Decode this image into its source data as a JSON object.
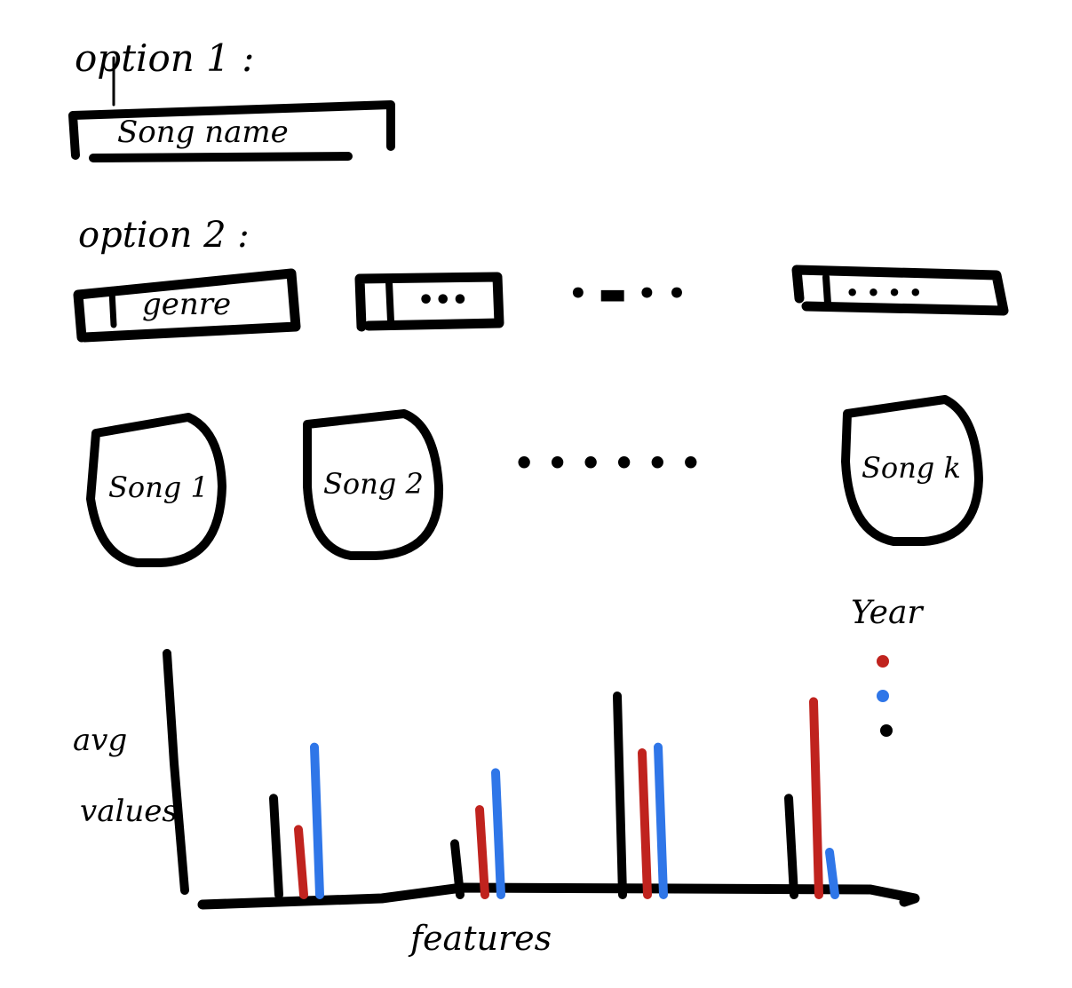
{
  "option1": {
    "heading": "option 1 :",
    "search_text": "Song name"
  },
  "option2": {
    "heading": "option 2 :",
    "filters": [
      "genre",
      "•••",
      "• • • •"
    ],
    "ellipsis": "• ▬ • •"
  },
  "songs": {
    "items": [
      "Song 1",
      "Song 2",
      "Song k"
    ],
    "ellipsis": "• • • • • •"
  },
  "chart_data": {
    "type": "bar",
    "ylabel": "avg values",
    "xlabel": "features",
    "legend_title": "Year",
    "legend_placement": "top-right",
    "grid": false,
    "colors": [
      "#c0231e",
      "#2f76e8",
      "#000000"
    ],
    "series_colors_order": [
      "black",
      "red",
      "blue"
    ],
    "groups": [
      {
        "values": [
          0.34,
          0.23,
          0.52
        ]
      },
      {
        "values": [
          0.18,
          0.3,
          0.43
        ]
      },
      {
        "values": [
          0.7,
          0.5,
          0.52
        ]
      },
      {
        "values": [
          0.34,
          0.68,
          0.15
        ]
      }
    ],
    "ylim": [
      0,
      1
    ]
  }
}
